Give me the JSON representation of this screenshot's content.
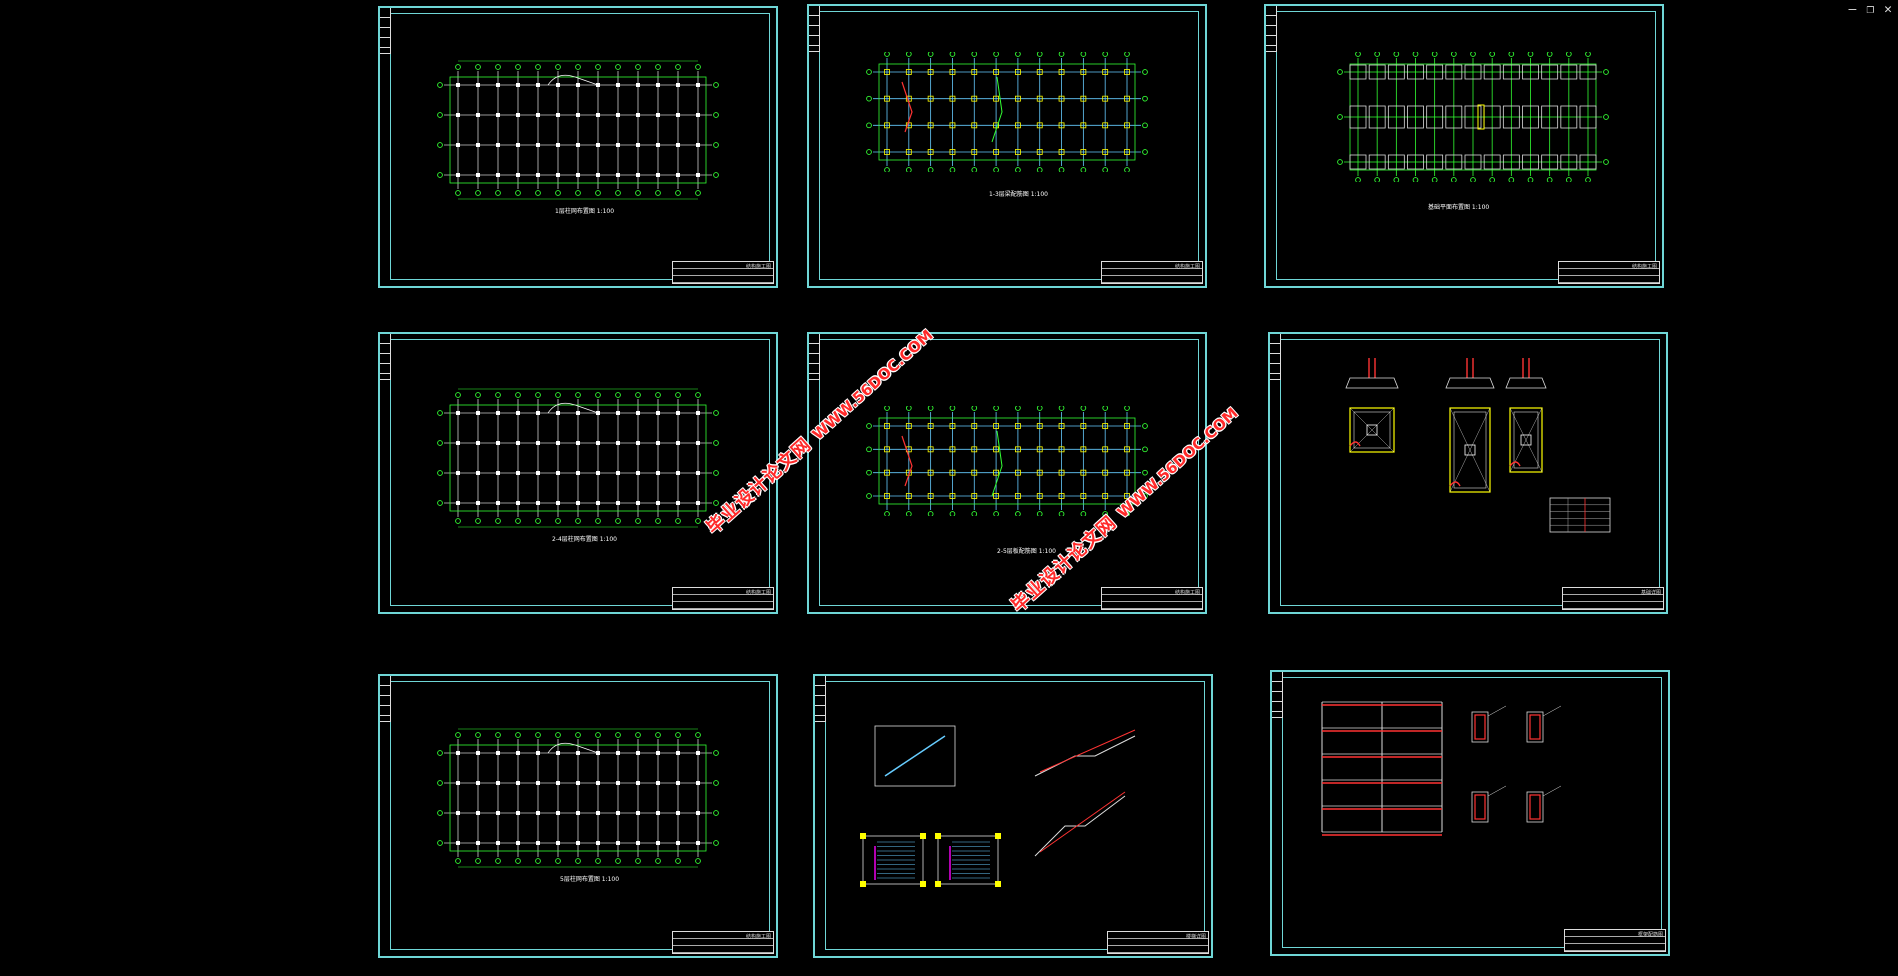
{
  "window": {
    "controls": [
      "—",
      "❐",
      "✕"
    ]
  },
  "sheets": [
    {
      "id": "s1",
      "kind": "plan",
      "title": "1层柱网布置图 1:100",
      "tb": "结构施工图"
    },
    {
      "id": "s2",
      "kind": "plan2",
      "title": "1-3层梁配筋图 1:100",
      "tb": "结构施工图"
    },
    {
      "id": "s3",
      "kind": "foundation",
      "title": "基础平面布置图 1:100",
      "tb": "结构施工图"
    },
    {
      "id": "s4",
      "kind": "plan",
      "title": "2-4层柱网布置图 1:100",
      "tb": "结构施工图"
    },
    {
      "id": "s5",
      "kind": "plan3",
      "title": "2-5层板配筋图 1:100",
      "tb": "结构施工图"
    },
    {
      "id": "s6",
      "kind": "footing",
      "title": "",
      "tb": "基础详图"
    },
    {
      "id": "s7",
      "kind": "plan",
      "title": "5层柱网布置图 1:100",
      "tb": "结构施工图"
    },
    {
      "id": "s8",
      "kind": "stair",
      "title": "",
      "tb": "楼梯详图"
    },
    {
      "id": "s9",
      "kind": "frame",
      "title": "",
      "tb": "框架配筋图"
    }
  ],
  "watermarks": [
    {
      "cn": "毕业设计论文网",
      "url": "WWW.56DOC.COM"
    },
    {
      "cn": "毕业设计论文网",
      "url": "WWW.56DOC.COM"
    }
  ]
}
